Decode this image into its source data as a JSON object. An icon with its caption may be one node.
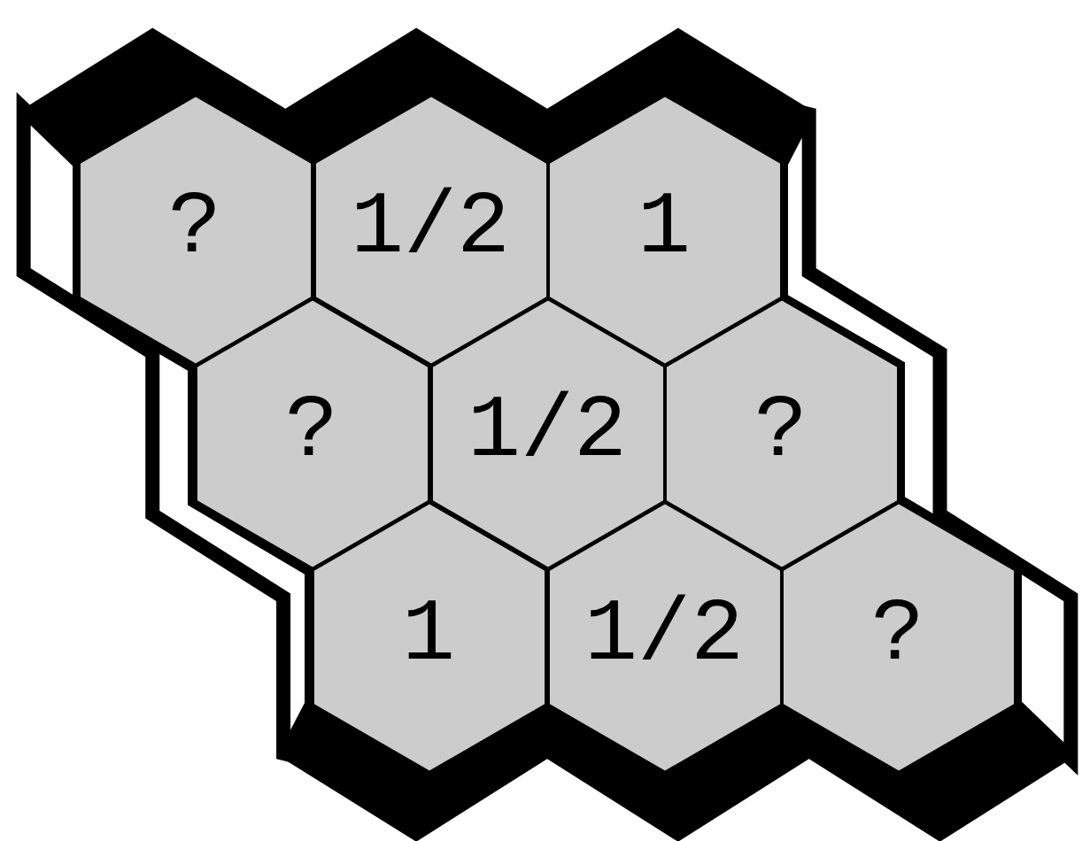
{
  "diagram": {
    "nodes": [
      {
        "text": [
          "?"
        ]
      },
      {
        "text": [
          "1/2"
        ]
      },
      {
        "text": [
          "1"
        ]
      },
      {
        "text": [
          "?"
        ]
      },
      {
        "text": [
          "1/2"
        ]
      },
      {
        "text": [
          "?"
        ]
      },
      {
        "text": [
          "1"
        ]
      },
      {
        "text": [
          "1/2"
        ]
      },
      {
        "text": [
          "?"
        ]
      }
    ],
    "edges": []
  }
}
